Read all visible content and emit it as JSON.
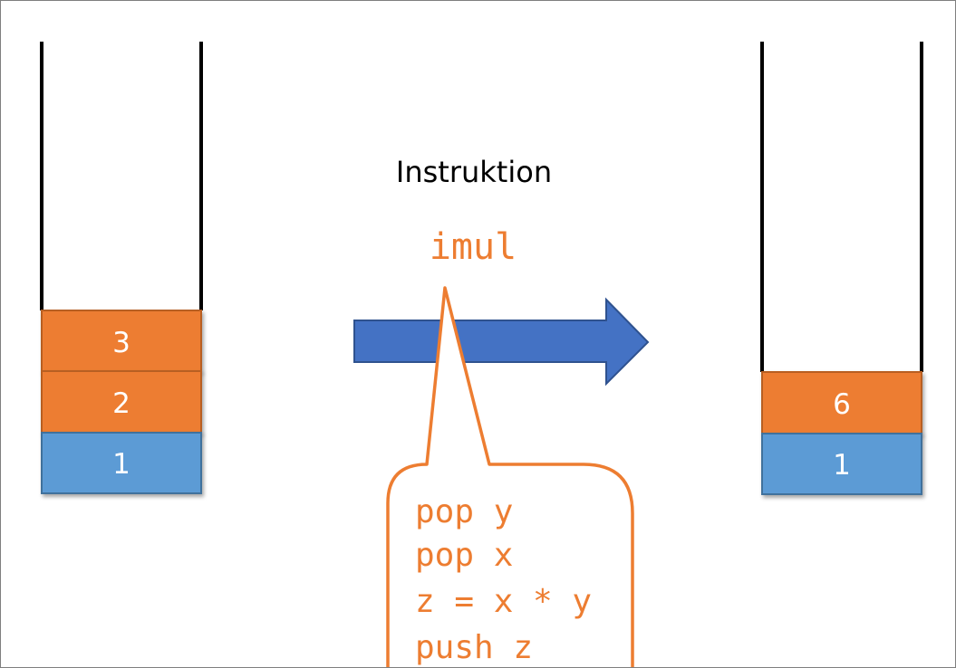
{
  "colors": {
    "orange": "#ed7d31",
    "blue_cell": "#5b9bd5",
    "arrow": "#4472c4",
    "arrow_border": "#2f528f"
  },
  "left_stack": {
    "cells": [
      "3",
      "2",
      "1"
    ]
  },
  "right_stack": {
    "cells": [
      "6",
      "1"
    ]
  },
  "instruction": {
    "heading": "Instruktion",
    "name": "imul"
  },
  "callout": {
    "lines": [
      "pop y",
      "pop x",
      "z = x * y",
      "push z"
    ]
  }
}
